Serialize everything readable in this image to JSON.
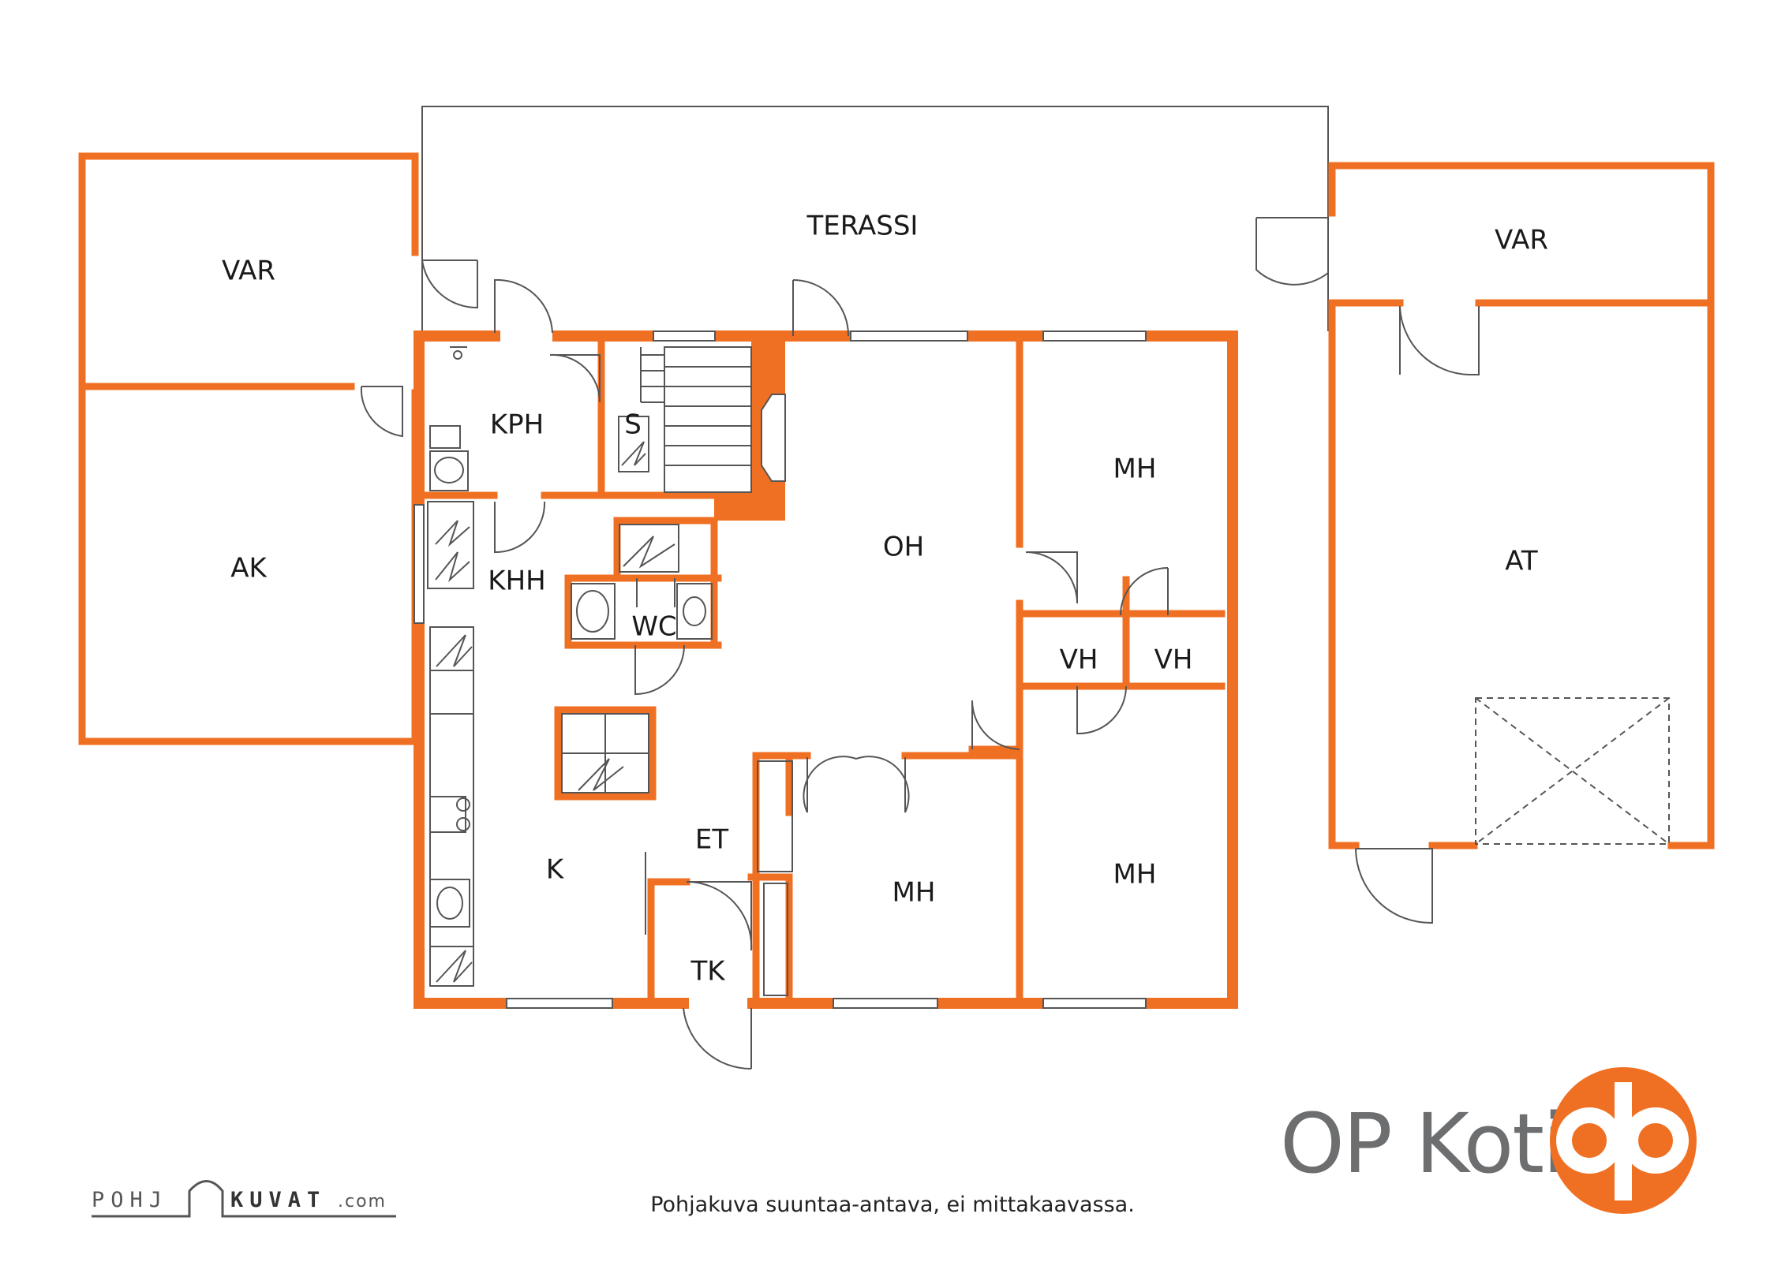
{
  "plan": {
    "rooms": [
      {
        "id": "terassi",
        "label": "TERASSI"
      },
      {
        "id": "var-left",
        "label": "VAR"
      },
      {
        "id": "var-right",
        "label": "VAR"
      },
      {
        "id": "ak",
        "label": "AK"
      },
      {
        "id": "kph",
        "label": "KPH"
      },
      {
        "id": "s",
        "label": "S"
      },
      {
        "id": "khh",
        "label": "KHH"
      },
      {
        "id": "wc",
        "label": "WC"
      },
      {
        "id": "oh",
        "label": "OH"
      },
      {
        "id": "mh-top",
        "label": "MH"
      },
      {
        "id": "vh-left",
        "label": "VH"
      },
      {
        "id": "vh-right",
        "label": "VH"
      },
      {
        "id": "k",
        "label": "K"
      },
      {
        "id": "et",
        "label": "ET"
      },
      {
        "id": "tk",
        "label": "TK"
      },
      {
        "id": "mh-middle",
        "label": "MH"
      },
      {
        "id": "mh-bottom-right",
        "label": "MH"
      },
      {
        "id": "at",
        "label": "AT"
      }
    ],
    "caption": "Pohjakuva suuntaa-antava, ei mittakaavassa."
  },
  "brand": {
    "name": "OP Koti",
    "logo_lettering": "op"
  },
  "credit": {
    "name_part1": "POHJ",
    "name_part2": "KUVAT",
    "suffix": ".com"
  },
  "colors": {
    "wall": "#f07023",
    "line": "#555555",
    "text": "#1a1a1a",
    "brand_gray": "#6d6e70"
  }
}
